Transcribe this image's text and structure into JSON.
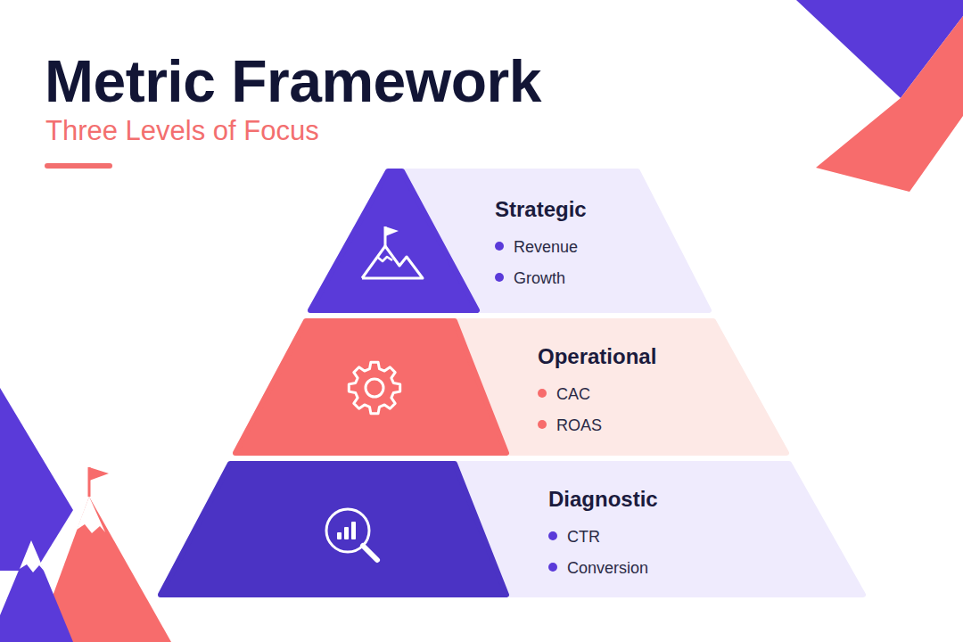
{
  "diagram": {
    "title": "Metric Framework",
    "nodes": [
      {
        "text": [
          "Strategic",
          "Revenue",
          "Growth"
        ]
      },
      {
        "text": [
          "Operational",
          "CAC",
          "ROAS"
        ]
      },
      {
        "text": [
          "Diagnostic",
          "CTR",
          "Conversion"
        ]
      }
    ],
    "labels": [
      "Three Levels of Focus"
    ]
  }
}
